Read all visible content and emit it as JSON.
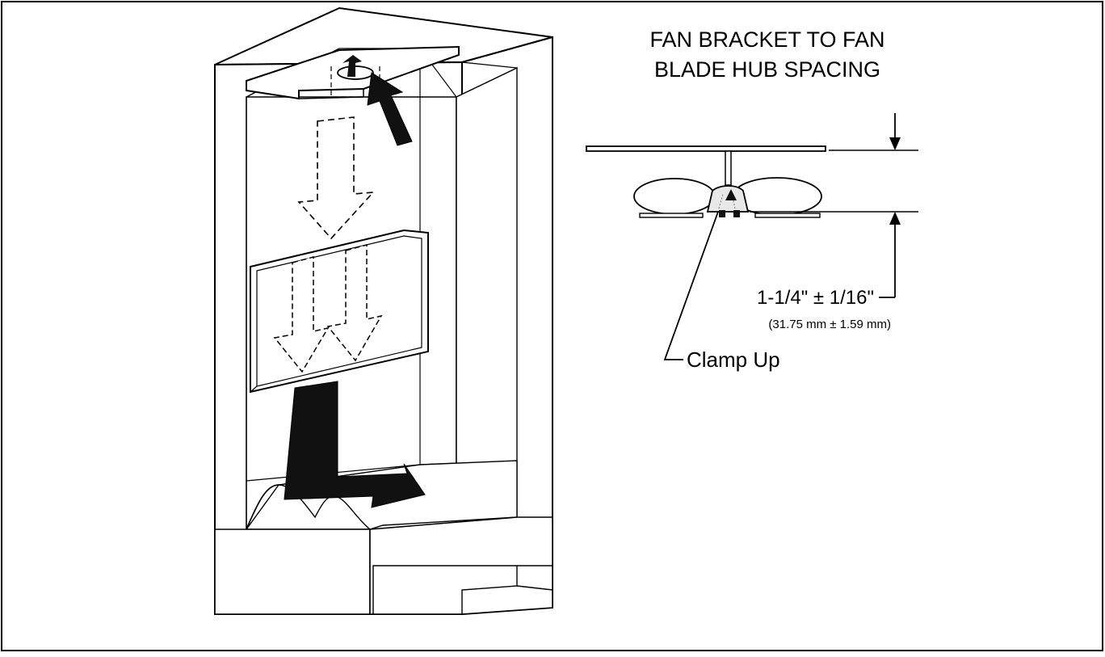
{
  "title": {
    "line1": "FAN BRACKET TO FAN",
    "line2": "BLADE HUB SPACING"
  },
  "dimension": {
    "imperial": "1-1/4\" ± 1/16\"",
    "metric": "(31.75 mm ± 1.59 mm)"
  },
  "callout": {
    "label": "Clamp Up"
  },
  "colors": {
    "ink": "#000000",
    "paper": "#ffffff"
  }
}
